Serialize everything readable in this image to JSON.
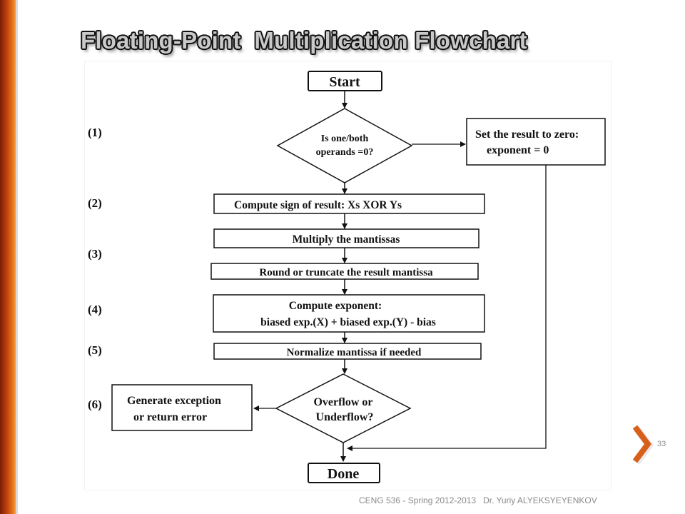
{
  "slide": {
    "title": "Floating-Point  Multiplication Flowchart",
    "page_number": "33",
    "footer": "CENG 536 - Spring 2012-2013   Dr. Yuriy ALYEKSYEYENKOV"
  },
  "flowchart": {
    "steps": [
      "(1)",
      "(2)",
      "(3)",
      "(4)",
      "(5)",
      "(6)"
    ],
    "start": "Start",
    "decision_zero": [
      "Is one/both",
      "operands =0?"
    ],
    "set_zero": [
      "Set the result to zero:",
      "exponent = 0"
    ],
    "compute_sign": "Compute sign of result:  Xs  XOR  Ys",
    "multiply": "Multiply the mantissas",
    "round": "Round or truncate the result mantissa",
    "compute_exponent": [
      "Compute exponent:",
      "biased exp.(X)  +  biased exp.(Y)  - bias"
    ],
    "normalize": "Normalize mantissa if needed",
    "decision_overflow": [
      "Overflow or",
      "Underflow?"
    ],
    "exception": [
      "Generate exception",
      "or return error"
    ],
    "done": "Done"
  },
  "colors": {
    "accent_bar": "#c0440e",
    "title_fill": "#c9c9c9",
    "footer_text": "#8a8a8a"
  }
}
